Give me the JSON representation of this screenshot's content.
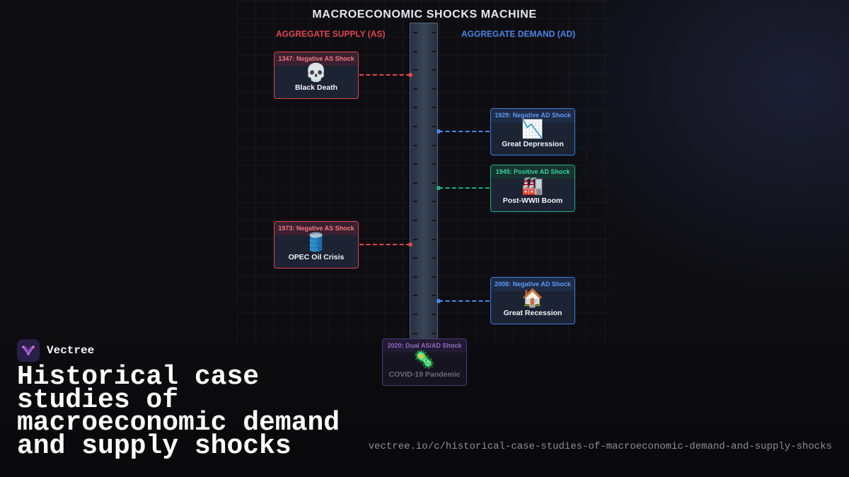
{
  "diagram": {
    "title": "MACROECONOMIC SHOCKS MACHINE",
    "supply_label": "AGGREGATE SUPPLY (AS)",
    "demand_label": "AGGREGATE DEMAND (AD)",
    "events": [
      {
        "header": "1347: Negative AS Shock",
        "icon": "skull-icon",
        "glyph": "💀",
        "name": "Black Death"
      },
      {
        "header": "1929: Negative AD Shock",
        "icon": "chart-decreasing-icon",
        "glyph": "📉",
        "name": "Great Depression"
      },
      {
        "header": "1945: Positive AD Shock",
        "icon": "factory-icon",
        "glyph": "🏭",
        "name": "Post-WWII Boom"
      },
      {
        "header": "1973: Negative AS Shock",
        "icon": "oil-drum-icon",
        "glyph": "🛢️",
        "name": "OPEC Oil Crisis"
      },
      {
        "header": "2008: Negative AD Shock",
        "icon": "house-icon",
        "glyph": "🏠",
        "name": "Great Recession"
      },
      {
        "header": "2020: Dual AS/AD Shock",
        "icon": "virus-icon",
        "glyph": "🦠",
        "name": "COVID-19 Pandemic"
      }
    ]
  },
  "colors": {
    "supply": "#e0464f",
    "demand": "#4a86e8",
    "positive": "#1fae86",
    "dual": "#8a6cc0"
  },
  "brand": {
    "name": "Vectree",
    "logo_icon": "vectree-logo-icon"
  },
  "headline": "Historical case studies of macroeconomic demand and supply shocks",
  "url": "vectree.io/c/historical-case-studies-of-macroeconomic-demand-and-supply-shocks"
}
